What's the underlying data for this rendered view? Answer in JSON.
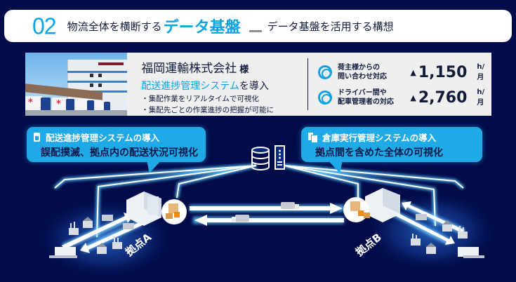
{
  "header": {
    "number": "02",
    "title_prefix": "物流全体を横断する",
    "title_highlight": "データ基盤",
    "subtitle": "データ基盤を活用する構想"
  },
  "case": {
    "company": "福岡運輸株式会社",
    "honorific": "様",
    "system_highlight": "配送進捗管理システム",
    "system_suffix": "を導入",
    "bullets": [
      "・集配作業をリアルタイムで可視化",
      "・集配先ごとの作業進捗の把握が可能に"
    ],
    "stats": [
      {
        "label_line1": "荷主様からの",
        "label_line2": "問い合わせ対応",
        "prefix": "▲",
        "value": "1,150",
        "unit": "h/月",
        "icon": "double-circle-icon"
      },
      {
        "label_line1": "ドライバー間や",
        "label_line2": "配車管理者の対応",
        "prefix": "▲",
        "value": "2,760",
        "unit": "h/月",
        "icon": "double-circle-icon"
      }
    ]
  },
  "bubbles": {
    "left": {
      "icon": "handset-terminal-icon",
      "title": "配送進捗管理システムの導入",
      "text": "誤配撲滅、拠点内の配送状況可視化"
    },
    "right": {
      "icon": "documents-icon",
      "title": "倉庫実行管理システムの導入",
      "text": "拠点間を含めた全体の可視化"
    }
  },
  "diagram": {
    "site_a": "拠点A",
    "site_b": "拠点B",
    "center_icons": [
      "database-icon",
      "server-icon"
    ]
  },
  "colors": {
    "background": "#020c4a",
    "accent": "#0aa3e3",
    "bubble": "#1fa9e6",
    "text_dark": "#111b3c",
    "card": "#efeff0"
  }
}
